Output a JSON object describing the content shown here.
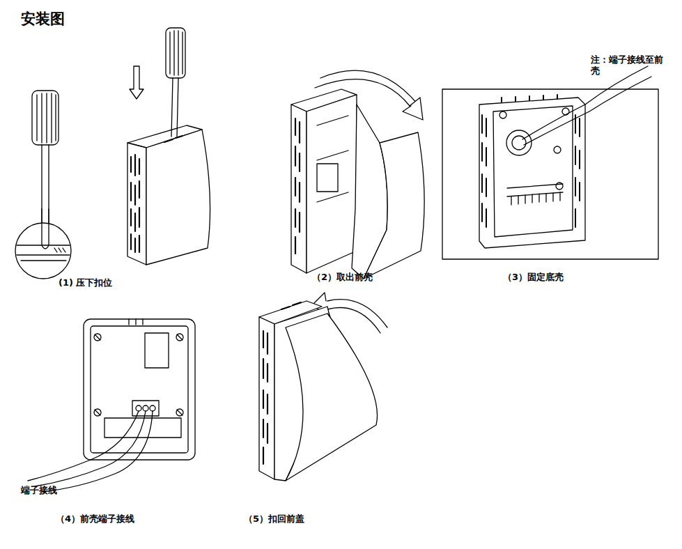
{
  "diagram": {
    "title": "安装图",
    "labels": [
      "注：端子接线至前壳",
      "(1) 压下扣位",
      "（2）取出前壳",
      "（3）固定底壳",
      "端子接线",
      "（4）前壳端子接线",
      "（5）扣回前盖"
    ]
  }
}
